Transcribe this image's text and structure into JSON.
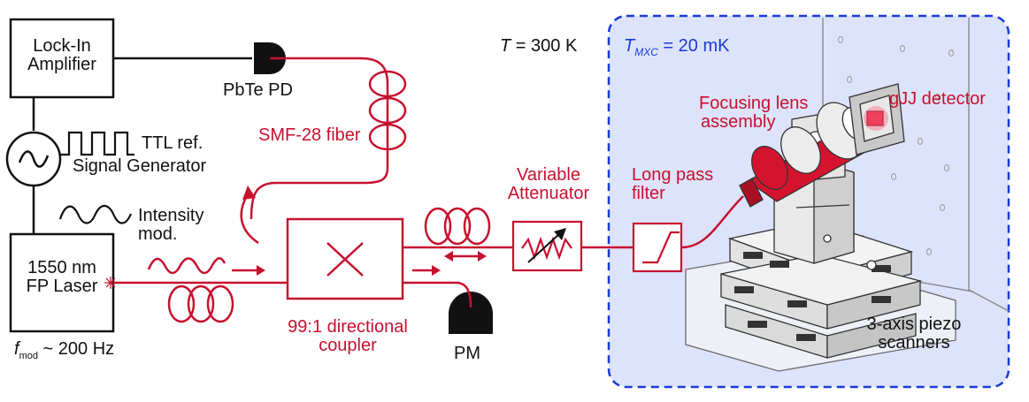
{
  "colors": {
    "fiber_red": "#c8102e",
    "electrical_black": "#111111",
    "cryostat_blue": "#1a3bd6",
    "cryostat_fill": "#dde3fb"
  },
  "labels": {
    "lockin": [
      "Lock-In",
      "Amplifier"
    ],
    "laser": [
      "1550 nm",
      "FP Laser"
    ],
    "pbte": "PbTe PD",
    "ttl": "TTL ref.",
    "siggen": "Signal Generator",
    "intensity": [
      "Intensity",
      "mod."
    ],
    "fmod_symbol": "f",
    "fmod_sub": "mod",
    "fmod_value": " ~ 200 Hz",
    "smf": "SMF-28 fiber",
    "coupler": [
      "99:1 directional",
      "coupler"
    ],
    "pm": "PM",
    "attenuator": [
      "Variable",
      "Attenuator"
    ],
    "longpass": [
      "Long pass",
      "filter"
    ],
    "room_temp_symbol": "T",
    "room_temp_value": " = 300 K",
    "mxc_symbol": "T",
    "mxc_sub": "MXC",
    "mxc_value": " = 20 mK",
    "focusing": [
      "Focusing lens",
      "assembly"
    ],
    "gjj": "gJJ detector",
    "piezo": [
      "3-axis piezo",
      "scanners"
    ]
  }
}
